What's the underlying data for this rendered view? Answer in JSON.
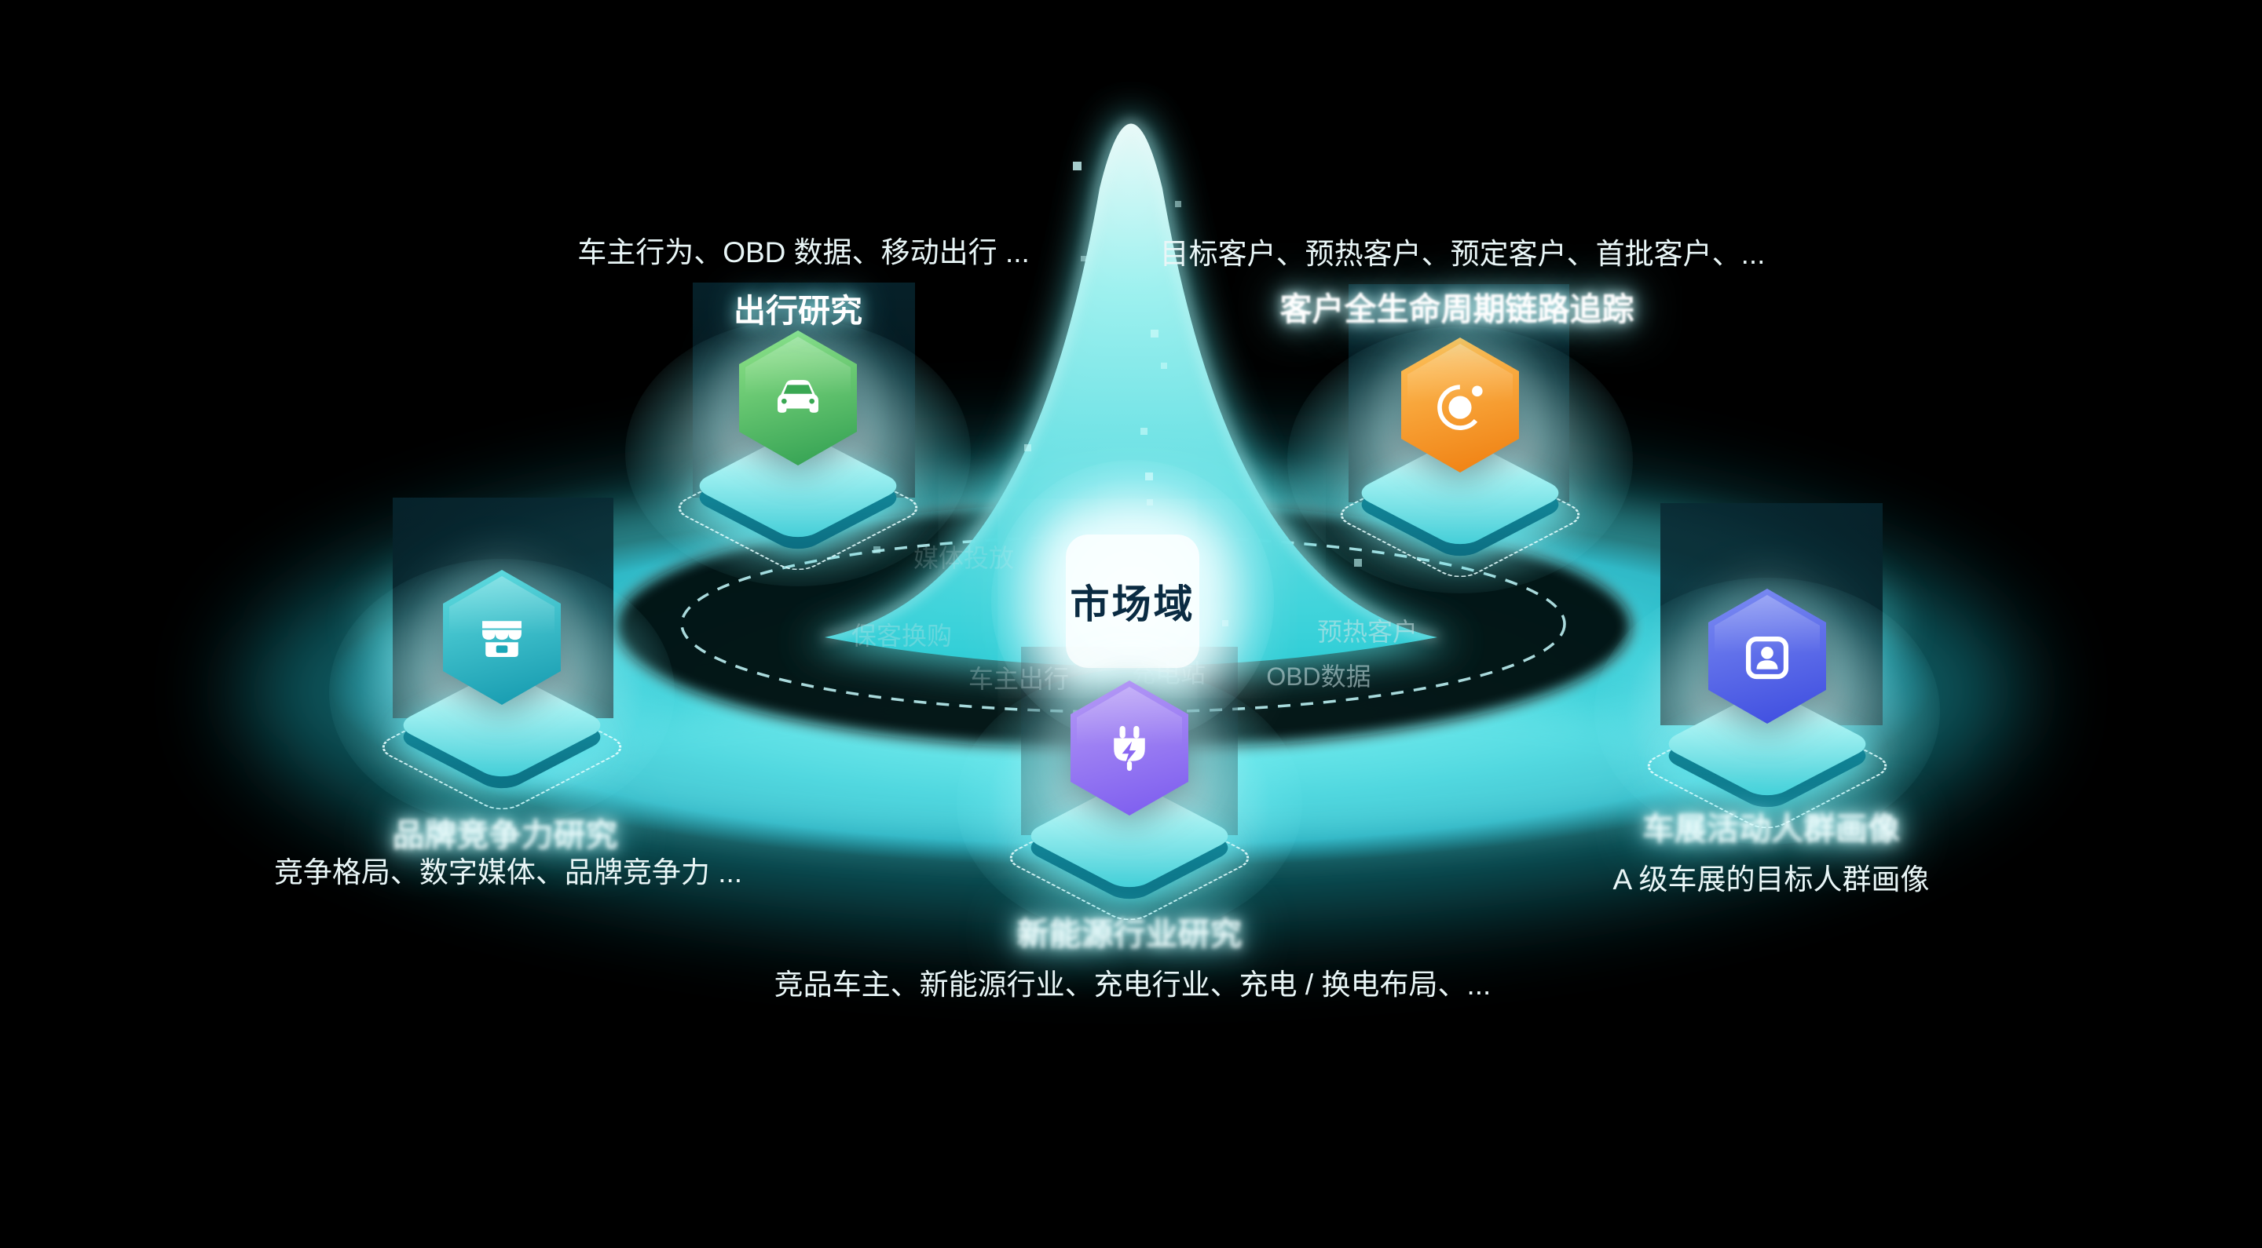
{
  "center": {
    "label": "市场域"
  },
  "floating_labels": [
    {
      "text": "媒体投放"
    },
    {
      "text": "保客换购"
    },
    {
      "text": "车主出行"
    },
    {
      "text": "充电站"
    },
    {
      "text": "OBD数据"
    },
    {
      "text": "预热客户"
    }
  ],
  "nodes": [
    {
      "id": "travel-research",
      "title": "出行研究",
      "caption": "车主行为、OBD 数据、移动出行 ...",
      "icon": "car-icon",
      "accent": "#3aa853"
    },
    {
      "id": "customer-lifecycle",
      "title": "客户全生命周期链路追踪",
      "caption": "目标客户、预热客户、预定客户、首批客户、...",
      "icon": "orbit-icon",
      "accent": "#ef7d0e"
    },
    {
      "id": "brand-competition",
      "title": "品牌竞争力研究",
      "caption": "竞争格局、数字媒体、品牌竞争力 ...",
      "icon": "storefront-icon",
      "accent": "#12a7b8"
    },
    {
      "id": "charging-industry",
      "title": "新能源行业研究",
      "caption": "竞品车主、新能源行业、充电行业、充电 / 换电布局、...",
      "icon": "plug-icon",
      "accent": "#8a68f2"
    },
    {
      "id": "audience-profile",
      "title": "车展活动人群画像",
      "caption": "A 级车展的目标人群画像",
      "icon": "person-card-icon",
      "accent": "#4453e2"
    }
  ]
}
